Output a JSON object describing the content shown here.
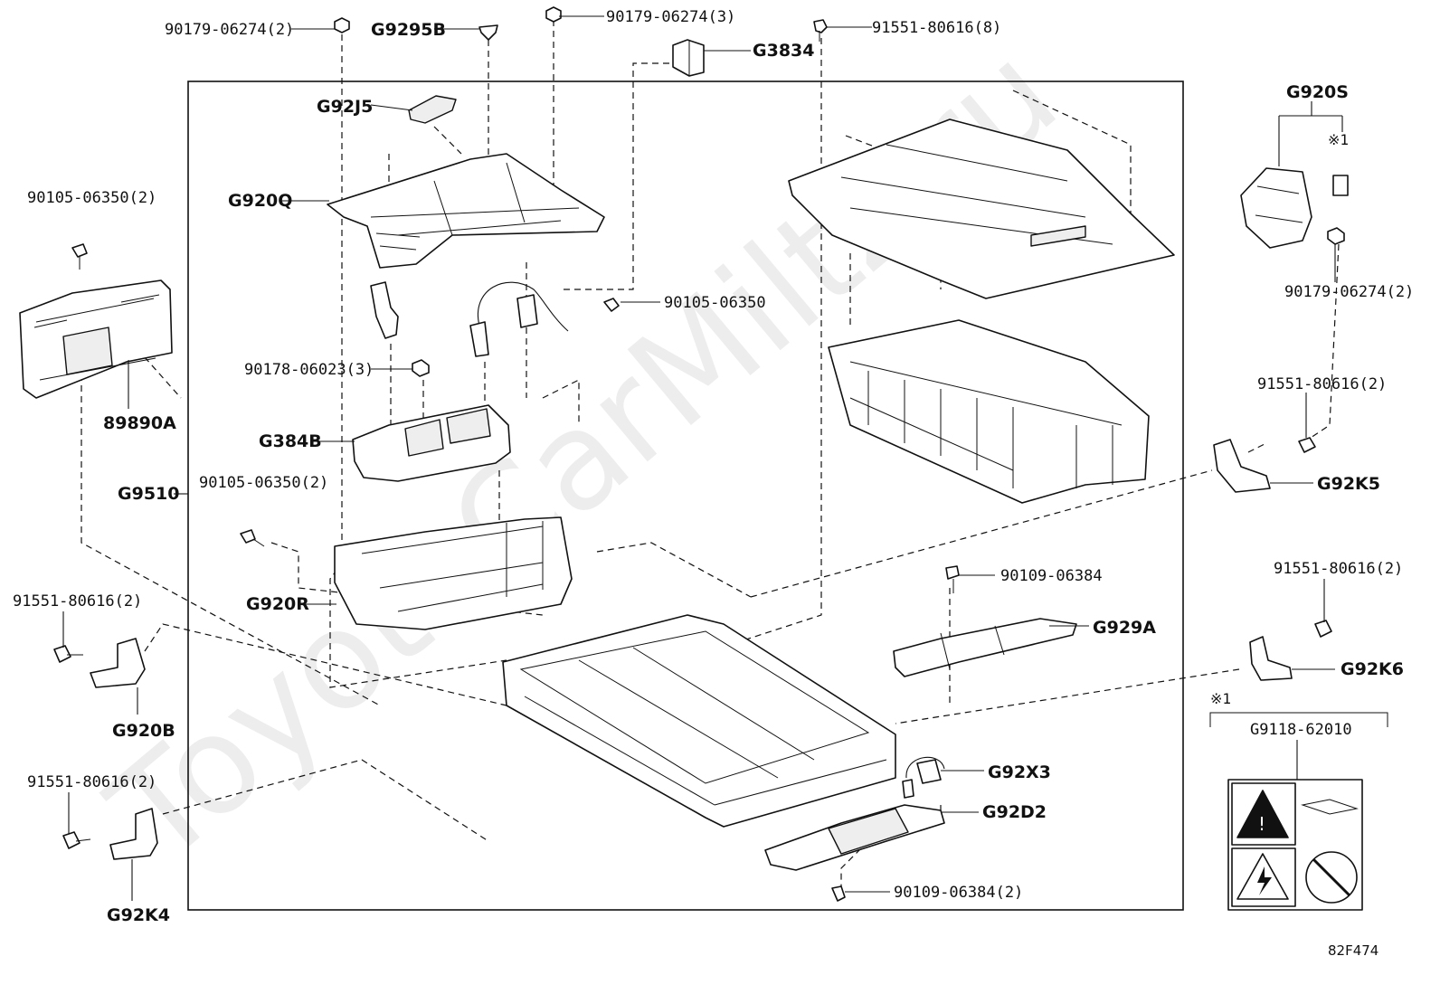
{
  "diagram": {
    "watermark": "ToyotaCarMiltz.ru",
    "drawing_code": "82F474",
    "note_mark": "※1",
    "labels": {
      "p90179_06274_2_top": "90179-06274(2)",
      "g9295b": "G9295B",
      "p90179_06274_3": "90179-06274(3)",
      "p91551_80616_8": "91551-80616(8)",
      "g3834": "G3834",
      "g92j5": "G92J5",
      "g920q": "G920Q",
      "p90105_06350_2_left": "90105-06350(2)",
      "p89890a": "89890A",
      "p90105_06350_mid": "90105-06350",
      "p90178_06023_3": "90178-06023(3)",
      "g384b": "G384B",
      "g9510": "G9510",
      "p90105_06350_2_mid": "90105-06350(2)",
      "g920r": "G920R",
      "p91551_80616_2_left": "91551-80616(2)",
      "g920b": "G920B",
      "p91551_80616_2_lower": "91551-80616(2)",
      "g92k4": "G92K4",
      "p90109_06384": "90109-06384",
      "g929a": "G929A",
      "g92x3": "G92X3",
      "g92d2": "G92D2",
      "p90109_06384_2": "90109-06384(2)",
      "g920s": "G920S",
      "p90179_06274_2_right": "90179-06274(2)",
      "p91551_80616_2_r1": "91551-80616(2)",
      "g92k5": "G92K5",
      "p91551_80616_2_r2": "91551-80616(2)",
      "g92k6": "G92K6",
      "g9118_62010": "G9118-62010"
    }
  }
}
